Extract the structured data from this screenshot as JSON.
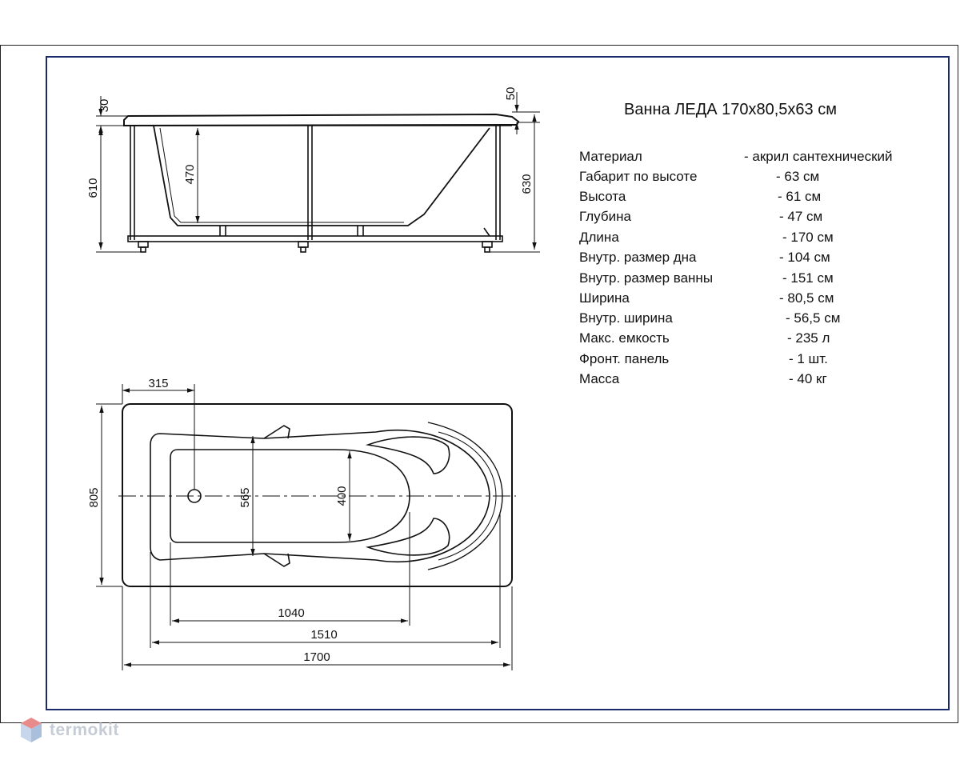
{
  "title": "Ванна ЛЕДА 170x80,5x63 см",
  "dimensions": {
    "top_left_rim": "30",
    "top_right_rim": "50",
    "side_left_height": "610",
    "inner_depth": "470",
    "side_right_height": "630",
    "plan_offset": "315",
    "plan_width": "805",
    "plan_inner_width": "565",
    "plan_bottom_width": "400",
    "plan_bottom_length": "1040",
    "plan_inner_length": "1510",
    "plan_length": "1700"
  },
  "specs": [
    {
      "label": "Материал",
      "value": "- акрил сантехнический"
    },
    {
      "label": "Габарит по высоте",
      "value": "- 63 см"
    },
    {
      "label": "Высота",
      "value": "- 61 см"
    },
    {
      "label": "Глубина",
      "value": "- 47 см"
    },
    {
      "label": "Длина",
      "value": "- 170 см"
    },
    {
      "label": "Внутр. размер дна",
      "value": "- 104 см"
    },
    {
      "label": "Внутр. размер ванны",
      "value": "- 151 см"
    },
    {
      "label": "Ширина",
      "value": "- 80,5 см"
    },
    {
      "label": "Внутр. ширина",
      "value": "- 56,5 см"
    },
    {
      "label": "Макс. емкость",
      "value": "- 235 л"
    },
    {
      "label": "Фронт. панель",
      "value": "- 1 шт."
    },
    {
      "label": "Масса",
      "value": "- 40 кг"
    }
  ],
  "watermark": {
    "text": "termokit",
    "icon": "cube-logo-icon"
  },
  "colors": {
    "frame": "#1b2a6b",
    "line": "#111111",
    "watermark": "#c5ccd6"
  }
}
